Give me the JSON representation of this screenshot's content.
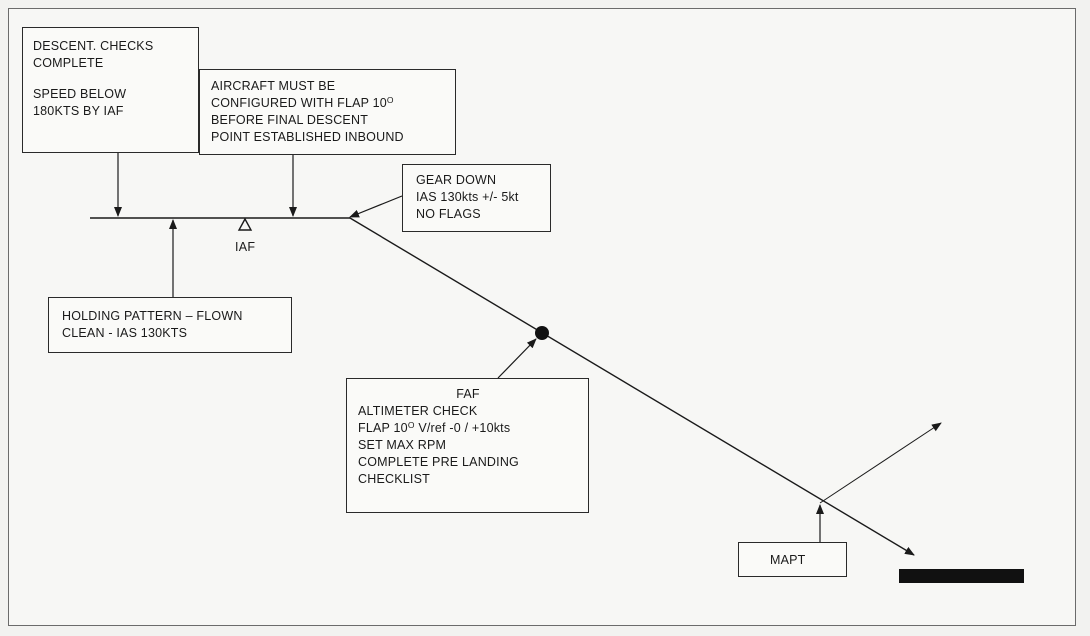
{
  "boxes": {
    "descent": {
      "line1": "DESCENT. CHECKS",
      "line2": "COMPLETE",
      "line3": "SPEED BELOW",
      "line4": "180KTS BY IAF"
    },
    "aircraft": {
      "line1": "AIRCRAFT MUST BE",
      "line2_text": "CONFIGURED WITH FLAP 10",
      "line2_sup": "O",
      "line3": "BEFORE FINAL DESCENT",
      "line4": "POINT ESTABLISHED INBOUND"
    },
    "gear": {
      "line1": "GEAR DOWN",
      "line2": "IAS 130kts +/- 5kt",
      "line3": "NO FLAGS"
    },
    "holding": {
      "line1": "HOLDING PATTERN – FLOWN",
      "line2": "CLEAN - IAS 130KTS"
    },
    "faf": {
      "title": "FAF",
      "line1": "ALTIMETER CHECK",
      "line2_pre": "FLAP 10",
      "line2_sup": "O",
      "line2_post": " V/ref -0 / +10kts",
      "line3": "SET MAX RPM",
      "line4": "COMPLETE PRE LANDING",
      "line5": "CHECKLIST"
    },
    "mapt": {
      "label": "MAPT"
    }
  },
  "labels": {
    "iaf": "IAF"
  }
}
